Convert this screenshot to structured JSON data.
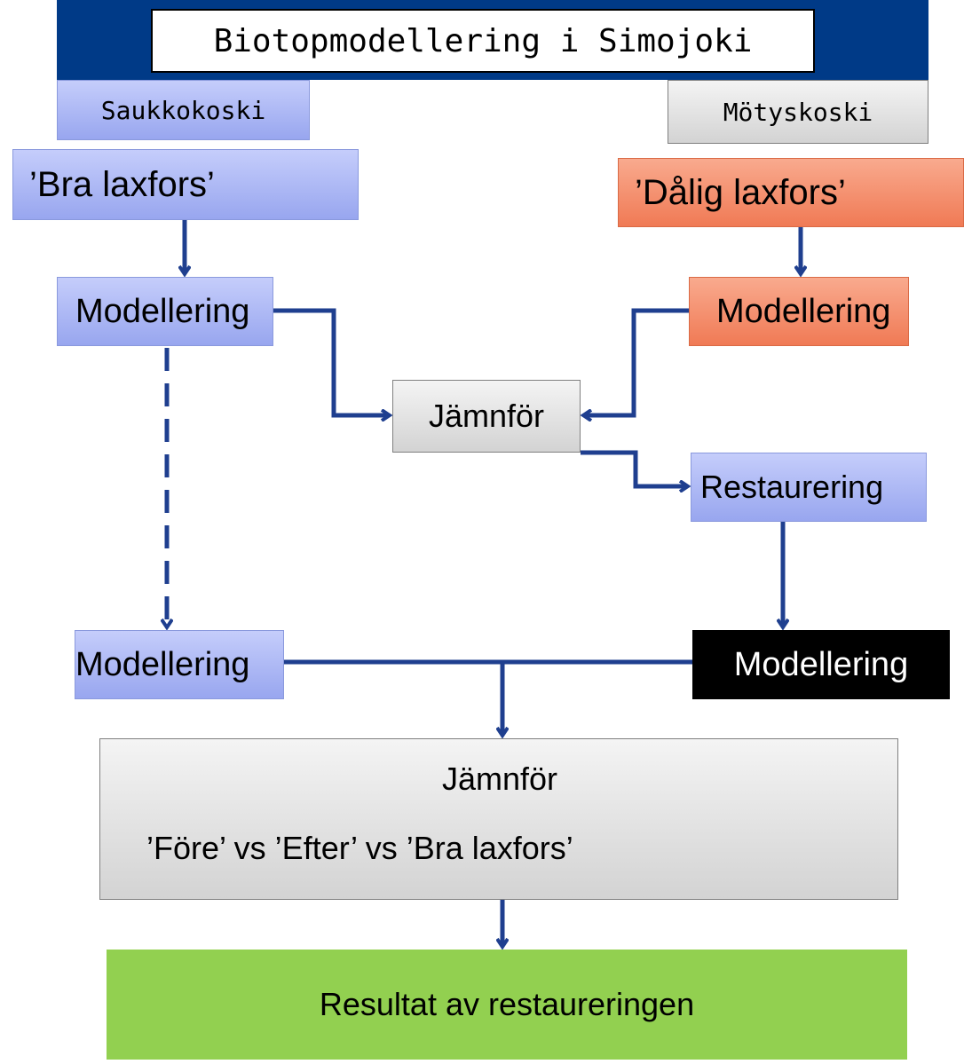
{
  "title": "Biotopmodellering i Simojoki",
  "sites": {
    "left": "Saukkokoski",
    "right": "Mötyskoski"
  },
  "nodes": {
    "good_rapid": "’Bra laxfors’",
    "bad_rapid": "’Dålig laxfors’",
    "model_left_top": "Modellering",
    "model_right_top": "Modellering",
    "compare_mid": "Jämnför",
    "restoration": "Restaurering",
    "model_left_bottom": "Modellering",
    "model_right_bottom": "Modellering",
    "compare_final_title": "Jämnför",
    "compare_final_subtitle": "’Före’ vs ’Efter’ vs ’Bra laxfors’",
    "result": "Resultat av restaureringen"
  },
  "colors": {
    "arrow": "#1f3f8f",
    "header_bar": "#003a87",
    "blue_box": "#a9b5f3",
    "orange_box": "#f58d69",
    "gray_box": "#dcdcdc",
    "green_box": "#92d050"
  }
}
